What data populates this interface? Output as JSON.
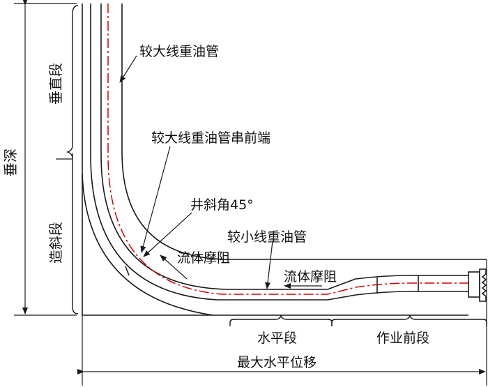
{
  "labels": {
    "vertical_section": "垂直段",
    "true_vertical_depth": "垂深",
    "build_section": "造斜段",
    "larger_tubing": "较大线重油管",
    "larger_tubing_front": "较大线重油管串前端",
    "inclination": "井斜角45°",
    "smaller_tubing": "较小线重油管",
    "fluid_friction_1": "流体摩阻",
    "fluid_friction_2": "流体摩阻",
    "horizontal_section": "水平段",
    "operation_front": "作业前段",
    "max_horizontal_displacement": "最大水平位移"
  },
  "colors": {
    "line": "#1a1a1a",
    "centerline": "#d40000",
    "background": "#ffffff"
  }
}
